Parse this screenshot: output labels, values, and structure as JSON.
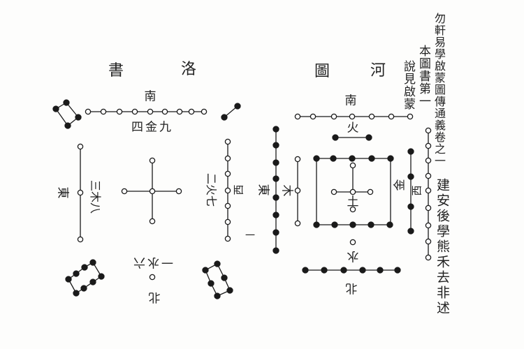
{
  "header": {
    "main_title": "勿軒易學啟蒙圖傳通義卷之一",
    "section_title": "本圖書第一",
    "note": "說見啟蒙",
    "author": "建安後學熊禾去非述"
  },
  "luoshu": {
    "title_right": "洛",
    "title_left": "書",
    "south": "南",
    "south_numbers": "四金九",
    "east": "東",
    "east_numbers": "三木八",
    "west": "西",
    "west_numbers": "二火七",
    "north_numbers": "一水六",
    "north": "北",
    "side_mark": "一",
    "groups": [
      {
        "number": 9,
        "color": "white",
        "position": "south"
      },
      {
        "number": 4,
        "color": "black",
        "position": "southeast"
      },
      {
        "number": 2,
        "color": "black",
        "position": "southwest"
      },
      {
        "number": 3,
        "color": "white",
        "position": "east"
      },
      {
        "number": 5,
        "color": "white",
        "position": "center"
      },
      {
        "number": 7,
        "color": "white",
        "position": "west"
      },
      {
        "number": 8,
        "color": "black",
        "position": "northeast"
      },
      {
        "number": 1,
        "color": "white",
        "position": "north"
      },
      {
        "number": 6,
        "color": "black",
        "position": "northwest"
      }
    ]
  },
  "hetu": {
    "title_right": "河",
    "title_left": "圖",
    "south": "南",
    "fire": "火",
    "east": "東",
    "wood": "木",
    "earth": "土",
    "metal": "金",
    "west": "西",
    "water": "水",
    "north": "北",
    "groups": [
      {
        "number": 7,
        "color": "white",
        "position": "south-outer"
      },
      {
        "number": 2,
        "color": "black",
        "position": "south-inner"
      },
      {
        "number": 8,
        "color": "black",
        "position": "east-outer"
      },
      {
        "number": 3,
        "color": "white",
        "position": "east-inner"
      },
      {
        "number": 5,
        "color": "white",
        "position": "center"
      },
      {
        "number": 10,
        "color": "black",
        "position": "center-square"
      },
      {
        "number": 4,
        "color": "black",
        "position": "west-inner"
      },
      {
        "number": 9,
        "color": "white",
        "position": "west-outer"
      },
      {
        "number": 1,
        "color": "white",
        "position": "north-inner"
      },
      {
        "number": 6,
        "color": "black",
        "position": "north-outer"
      }
    ]
  },
  "colors": {
    "ink": "#1a1a1a",
    "paper": "#fdfdfc"
  }
}
